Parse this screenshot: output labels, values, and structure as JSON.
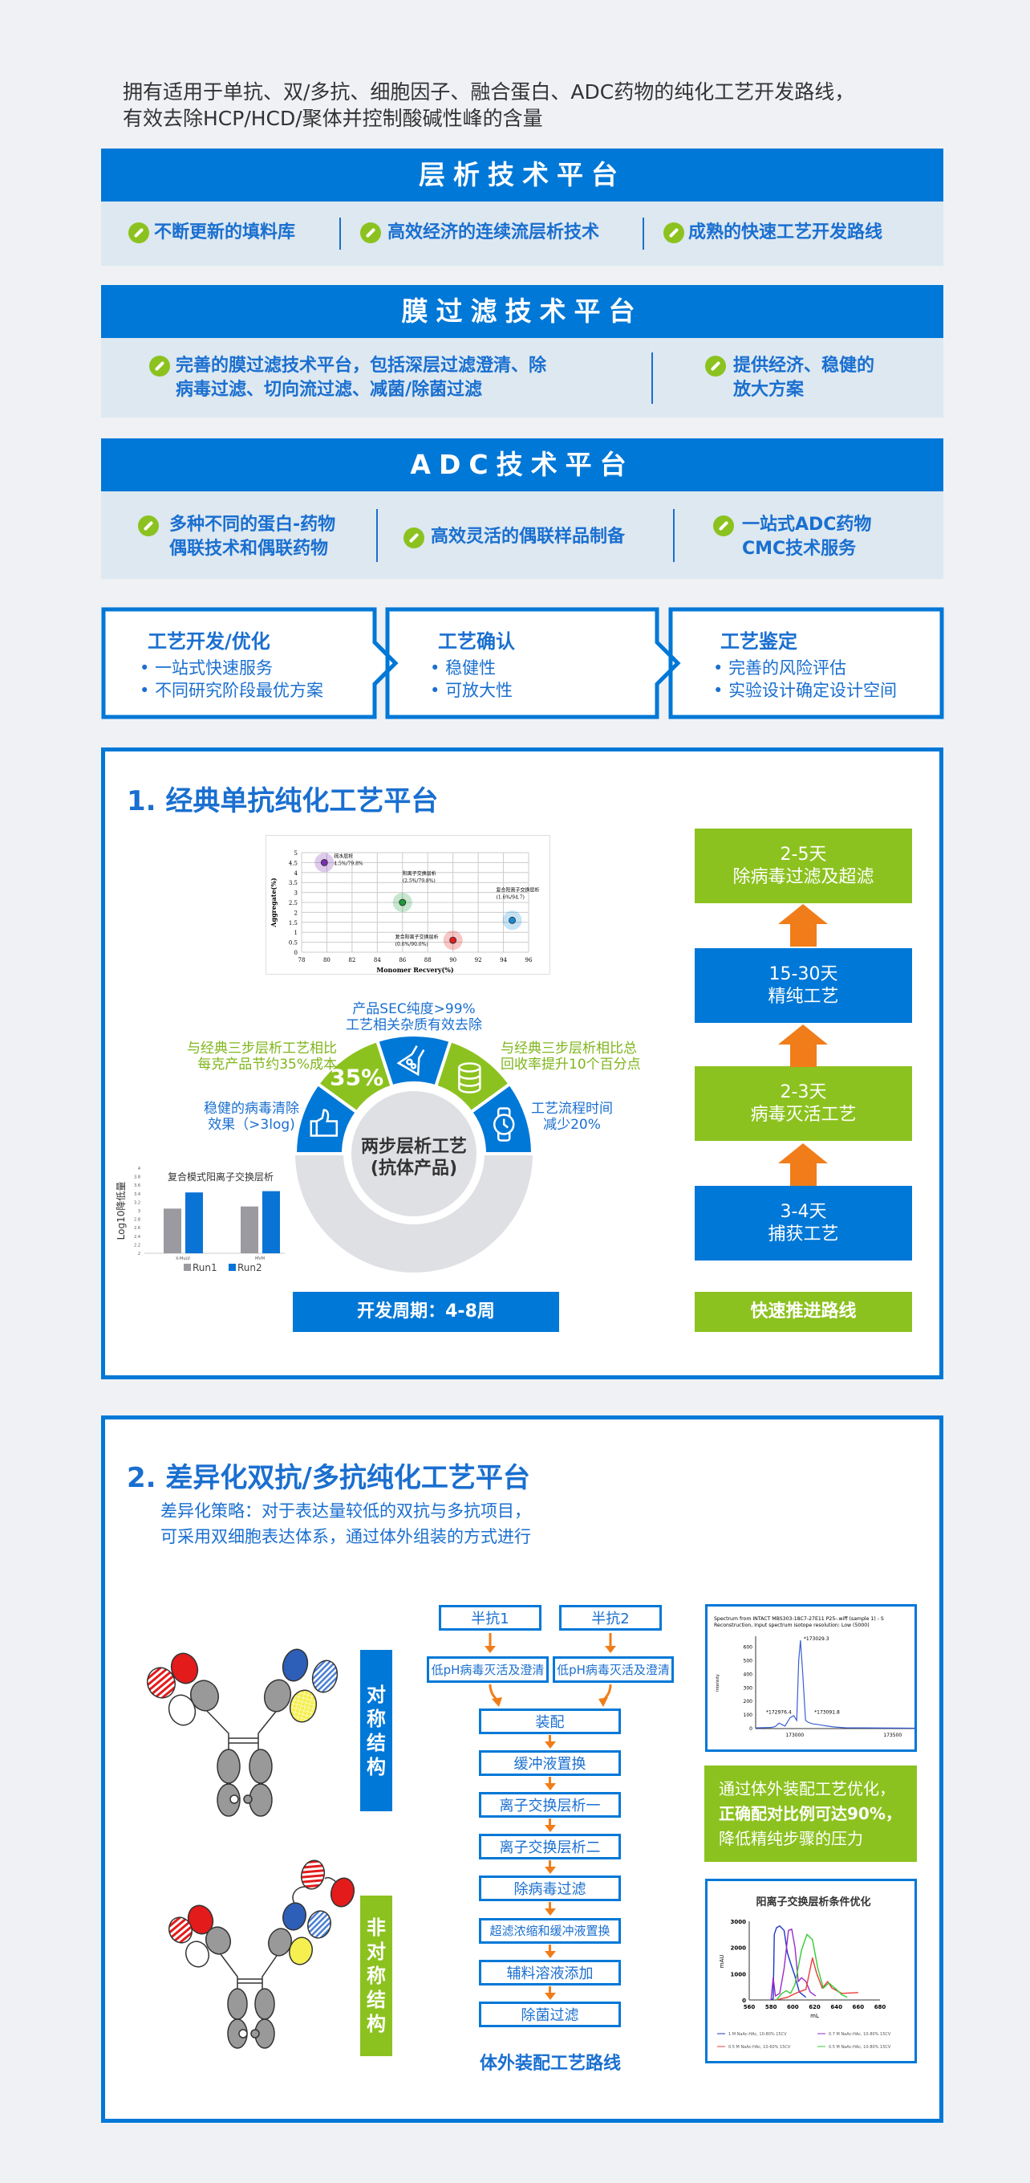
{
  "intro": {
    "line1": "拥有适用于单抗、双/多抗、细胞因子、融合蛋白、ADC药物的纯化工艺开发路线，",
    "line2": "有效去除HCP/HCD/聚体并控制酸碱性峰的含量"
  },
  "platforms": [
    {
      "title": "层析技术平台",
      "items": [
        [
          "不断更新的填料库"
        ],
        [
          "高效经济的连续流层析技术"
        ],
        [
          "成熟的快速工艺开发路线"
        ]
      ]
    },
    {
      "title": "膜过滤技术平台",
      "items": [
        [
          "完善的膜过滤技术平台，包括深层过滤澄清、除",
          "病毒过滤、切向流过滤、减菌/除菌过滤"
        ],
        [
          "提供经济、稳健的",
          "放大方案"
        ]
      ]
    },
    {
      "title": "ADC技术平台",
      "items": [
        [
          "多种不同的蛋白-药物",
          "偶联技术和偶联药物"
        ],
        [
          "高效灵活的偶联样品制备"
        ],
        [
          "一站式ADC药物",
          "CMC技术服务"
        ]
      ]
    }
  ],
  "process": [
    {
      "title": "工艺开发/优化",
      "bullets": [
        "一站式快速服务",
        "不同研究阶段最优方案"
      ]
    },
    {
      "title": "工艺确认",
      "bullets": [
        "稳健性",
        "可放大性"
      ]
    },
    {
      "title": "工艺鉴定",
      "bullets": [
        "完善的风险评估",
        "实验设计确定设计空间"
      ]
    }
  ],
  "section1": {
    "title": "1. 经典单抗纯化工艺平台",
    "donut": {
      "center_line1": "两步层析工艺",
      "center_line2": "(抗体产品)",
      "segment_35": "35%",
      "label_top": [
        "产品SEC纯度>99%",
        "工艺相关杂质有效去除"
      ],
      "label_left_upper": [
        "与经典三步层析工艺相比",
        "每克产品节约35%成本"
      ],
      "label_left_lower": [
        "稳健的病毒清除",
        "效果（>3log)"
      ],
      "label_right_upper": [
        "与经典三步层析相比总",
        "回收率提升10个百分点"
      ],
      "label_right_lower": [
        "工艺流程时间",
        "减少20%"
      ],
      "icons": [
        "thumbs-up-icon",
        "35-percent",
        "flask-icon",
        "database-icon",
        "watch-icon"
      ]
    },
    "cycle": "开发周期：4-8周",
    "route": [
      {
        "days": "2-5天",
        "step": "除病毒过滤及超滤",
        "color": "#8cc21f"
      },
      {
        "days": "15-30天",
        "step": "精纯工艺",
        "color": "#0078d7"
      },
      {
        "days": "2-3天",
        "step": "病毒灭活工艺",
        "color": "#8cc21f"
      },
      {
        "days": "3-4天",
        "step": "捕获工艺",
        "color": "#0078d7"
      }
    ],
    "route_label": "快速推进路线"
  },
  "chart_data": [
    {
      "type": "scatter",
      "xlabel": "Monomer Recvery(%)",
      "ylabel": "Aggregate(%)",
      "xlim": [
        78,
        96
      ],
      "ylim": [
        0,
        5
      ],
      "xticks": [
        78,
        80,
        82,
        84,
        86,
        88,
        90,
        92,
        94,
        96
      ],
      "yticks": [
        0,
        0.5,
        1,
        1.5,
        2,
        2.5,
        3,
        3.5,
        4,
        4.5,
        5
      ],
      "grid": true,
      "points": [
        {
          "x": 79.8,
          "y": 4.5,
          "label1": "疏水层析",
          "label2": "4.5%/79.8%",
          "color": "#7a2fb5"
        },
        {
          "x": 86,
          "y": 2.5,
          "label1": "阳离子交换层析",
          "label2": "(2.5%/79.8%)",
          "color": "#1e9a3a"
        },
        {
          "x": 94.7,
          "y": 1.6,
          "label1": "复合阳离子交换层析",
          "label2": "(1.6%/94.7)",
          "color": "#1a8ad6"
        },
        {
          "x": 90,
          "y": 0.6,
          "label1": "复合阳离子交换层析",
          "label2": "(0.6%/90.0%)",
          "color": "#e02020"
        }
      ]
    },
    {
      "type": "bar",
      "title": "复合模式阳离子交换层析",
      "ylabel": "Log10降低量",
      "ylim": [
        2,
        4
      ],
      "yticks": [
        2,
        2.2,
        2.4,
        2.6,
        2.8,
        3,
        3.2,
        3.4,
        3.6,
        3.8,
        4
      ],
      "categories": [
        "X-MuLV",
        "MVM"
      ],
      "series": [
        {
          "name": "Run1",
          "values": [
            3.05,
            3.1
          ],
          "color": "#9a9aa0"
        },
        {
          "name": "Run2",
          "values": [
            3.43,
            3.46
          ],
          "color": "#0a74d6"
        }
      ]
    },
    {
      "type": "line",
      "title": "Spectrum from INTACT MBS303-18C7-27E11 P25-.wiff (sample 1) - S",
      "subtitle": "Reconstruction, Input spectrum isotope resolution: Low (5000)",
      "ylabel": "Intensity",
      "xlim": [
        172800,
        173620
      ],
      "ylim": [
        0,
        680
      ],
      "xticks": [
        173000,
        173500
      ],
      "yticks": [
        0,
        100,
        200,
        300,
        400,
        500,
        600
      ],
      "annotations": [
        "*172976.4",
        "*173029.3",
        "*173091.8"
      ],
      "series": [
        {
          "x": [
            172800,
            172880,
            172900,
            172920,
            172950,
            172976,
            172995,
            173010,
            173020,
            173029,
            173040,
            173055,
            173070,
            173091,
            173120,
            173150,
            173200,
            173260,
            173620
          ],
          "y": [
            5,
            8,
            15,
            40,
            18,
            80,
            95,
            60,
            500,
            650,
            420,
            60,
            45,
            35,
            30,
            22,
            12,
            6,
            3
          ],
          "color": "#3a5fd0"
        }
      ]
    },
    {
      "type": "line",
      "title": "阳离子交换层析条件优化",
      "xlabel": "mL",
      "ylabel": "mAU",
      "xlim": [
        560,
        680
      ],
      "ylim": [
        0,
        3000
      ],
      "xticks": [
        560,
        580,
        600,
        620,
        640,
        660,
        680
      ],
      "yticks": [
        0,
        1000,
        2000,
        3000
      ],
      "legend": "bottom",
      "series": [
        {
          "name": "1 M NaAc-HAc, 10-80% 15CV",
          "color": "#1f35c8",
          "x": [
            580,
            582,
            583,
            585,
            588,
            592,
            595,
            598,
            602,
            606,
            612
          ],
          "y": [
            0,
            50,
            2500,
            2750,
            2820,
            2650,
            1800,
            1400,
            900,
            300,
            100
          ]
        },
        {
          "name": "0.7 M NaAc-HAc, 10-80% 15CV",
          "color": "#9a2bc8",
          "x": [
            580,
            582,
            584,
            588,
            592,
            596,
            599,
            602,
            605,
            608,
            612,
            616,
            621
          ],
          "y": [
            0,
            850,
            150,
            250,
            1200,
            2650,
            2700,
            2000,
            700,
            850,
            700,
            300,
            150
          ]
        },
        {
          "name": "0.5 M NaAc-HAc, 10-60% 15CV",
          "color": "#ee3a3a",
          "x": [
            585,
            595,
            605,
            612,
            615,
            618,
            622,
            627,
            632,
            636,
            645,
            660
          ],
          "y": [
            0,
            100,
            300,
            400,
            1000,
            1600,
            1000,
            450,
            700,
            450,
            250,
            280
          ]
        },
        {
          "name": "0.5 M NaAc-HAc, 10-80% 15CV",
          "color": "#33cc33",
          "x": [
            585,
            590,
            594,
            598,
            602,
            608,
            613,
            618,
            623,
            628,
            633,
            640,
            645,
            650
          ],
          "y": [
            0,
            250,
            350,
            250,
            600,
            1900,
            2500,
            2300,
            1200,
            450,
            650,
            400,
            200,
            100
          ]
        }
      ]
    }
  ],
  "section2": {
    "title": "2. 差异化双抗/多抗纯化工艺平台",
    "strategy1": "差异化策略：对于表达量较低的双抗与多抗项目，",
    "strategy2": "可采用双细胞表达体系，通过体外组装的方式进行",
    "sym_label": "对称结构",
    "asym_label": "非对称结构",
    "half1": "半抗1",
    "half2": "半抗2",
    "lowph": "低pH病毒灭活及澄清",
    "steps": [
      "装配",
      "缓冲液置换",
      "离子交换层析一",
      "离子交换层析二",
      "除病毒过滤",
      "超滤浓缩和缓冲液置换",
      "辅料溶液添加",
      "除菌过滤"
    ],
    "route_title": "体外装配工艺路线",
    "result": [
      "通过体外装配工艺优化，",
      "正确配对比例可达90%，",
      "降低精纯步骤的压力"
    ]
  },
  "colors": {
    "blue": "#0078d7",
    "green": "#8cc21f",
    "light": "#dde8f0",
    "background": "#eff1f5"
  }
}
